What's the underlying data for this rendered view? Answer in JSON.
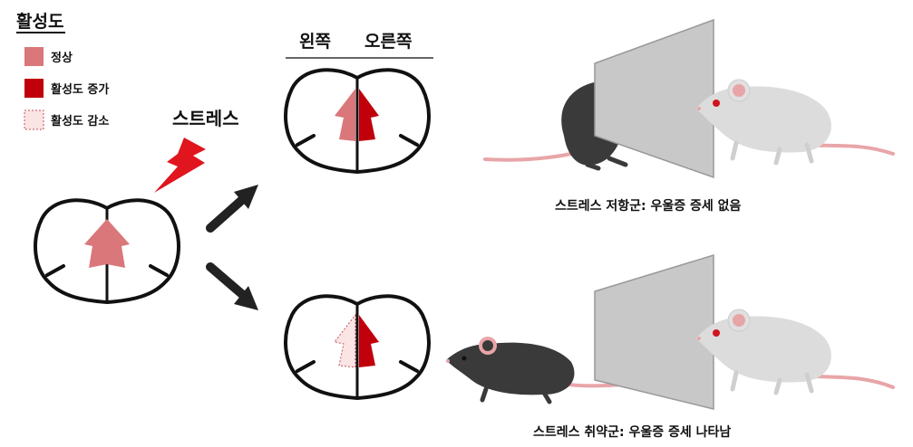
{
  "legend": {
    "title": "활성도",
    "items": [
      {
        "label": "정상",
        "color": "#d9777a"
      },
      {
        "label": "활성도 증가",
        "color": "#c0000b"
      },
      {
        "label": "활성도 감소",
        "color": "#fbe4e4"
      }
    ]
  },
  "stress_label": "스트레스",
  "hemisphere": {
    "left": "왼쪽",
    "right": "오른쪽"
  },
  "captions": {
    "resistant": "스트레스 저항군: 우울증 증세 없음",
    "susceptible": "스트레스 취약군: 우울증 증세 나타남"
  },
  "colors": {
    "normal": "#d9777a",
    "increased": "#c0000b",
    "decreased": "#fbe4e4",
    "decreased_outline": "#c0505a",
    "lightning": "#e0151e",
    "dark_mouse": "#3a3a3a",
    "white_mouse": "#dcdcdc",
    "ear": "#e8a5a8",
    "glass": "#c8c8c8"
  },
  "icons": [
    "brain-icon",
    "lightning-icon",
    "arrow-icon",
    "mouse-icon",
    "glass-partition-icon"
  ]
}
